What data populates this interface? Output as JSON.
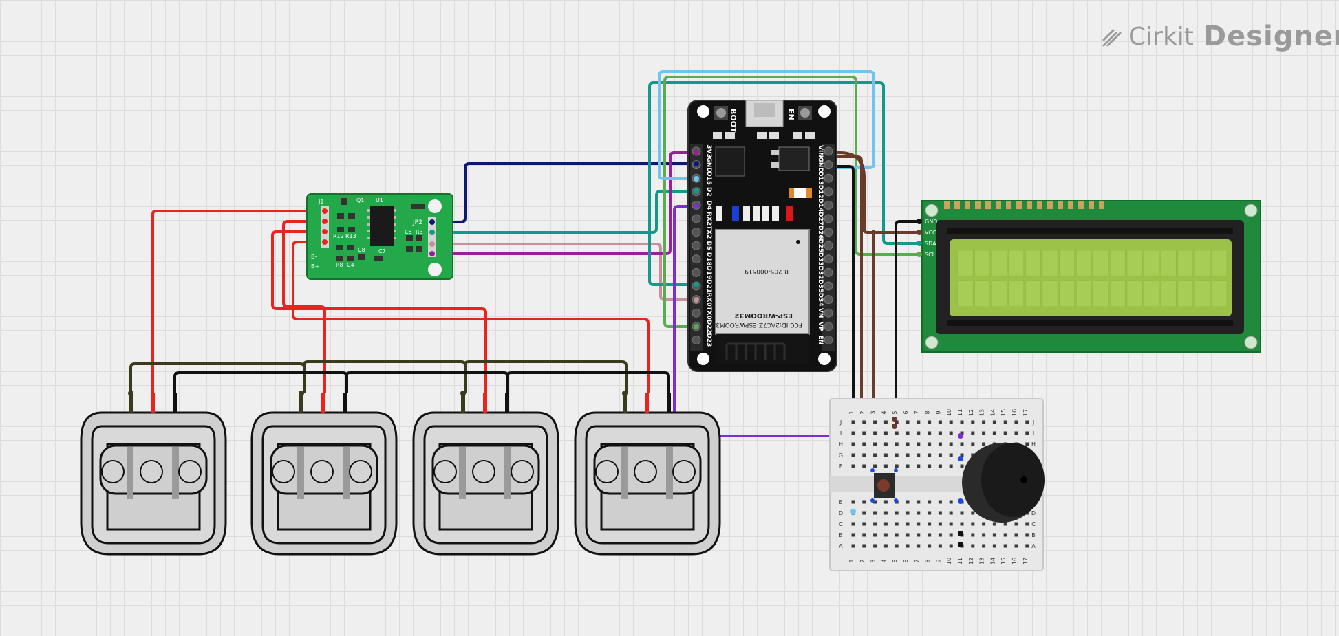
{
  "brand": {
    "name_part1": "Cirkit",
    "name_part2": "Designer"
  },
  "hx711": {
    "name": "hx711-module",
    "labels": {
      "j1": "J1",
      "u1": "U1",
      "jp2": "JP2",
      "r12": "R12",
      "r13": "R13",
      "r8": "R8",
      "c4": "C4",
      "c8": "C8",
      "c7": "C7",
      "c5": "C5",
      "r3": "R3",
      "b_minus": "B-",
      "b_plus": "B+",
      "q1": "Q1"
    }
  },
  "esp32": {
    "boot_label": "BOOT",
    "en_label": "EN",
    "fcc_text": "FCC ID:2AC7Z-ESPWROOM32",
    "model_text": "ESP-WROOM32",
    "cert_text": "R 205-000519",
    "left_pins": [
      "3V3",
      "GND",
      "D15",
      "D2",
      "D4",
      "RX2",
      "TX2",
      "D5",
      "D18",
      "D19",
      "D21",
      "RX0",
      "TX0",
      "D22",
      "D23"
    ],
    "right_pins": [
      "VIN",
      "GND",
      "D13",
      "D12",
      "D14",
      "D27",
      "D26",
      "D25",
      "D33",
      "D32",
      "D35",
      "D34",
      "VN",
      "VP",
      "EN"
    ]
  },
  "lcd": {
    "pins": [
      "GND",
      "VCC",
      "SDA",
      "SCL"
    ],
    "backlight_color": "#9cc24a",
    "board_color": "#1f8a3c"
  },
  "breadboard": {
    "rows_top": [
      "J",
      "I",
      "H",
      "G",
      "F"
    ],
    "rows_bottom": [
      "E",
      "D",
      "C",
      "B",
      "A"
    ],
    "columns": [
      "1",
      "2",
      "3",
      "4",
      "5",
      "6",
      "7",
      "8",
      "9",
      "10",
      "11",
      "12",
      "13",
      "14",
      "15",
      "16",
      "17"
    ]
  },
  "wire_colors": {
    "red": "#e8241c",
    "black": "#111111",
    "olive": "#3a3a1c",
    "navy": "#0b1a6e",
    "teal": "#13998c",
    "pink": "#c7909a",
    "purple": "#9a1f9a",
    "violet": "#7b2ed6",
    "green": "#5aad4e",
    "lightblue": "#6cc6f0",
    "brown": "#6a3b2b"
  },
  "load_cells_count": 4
}
